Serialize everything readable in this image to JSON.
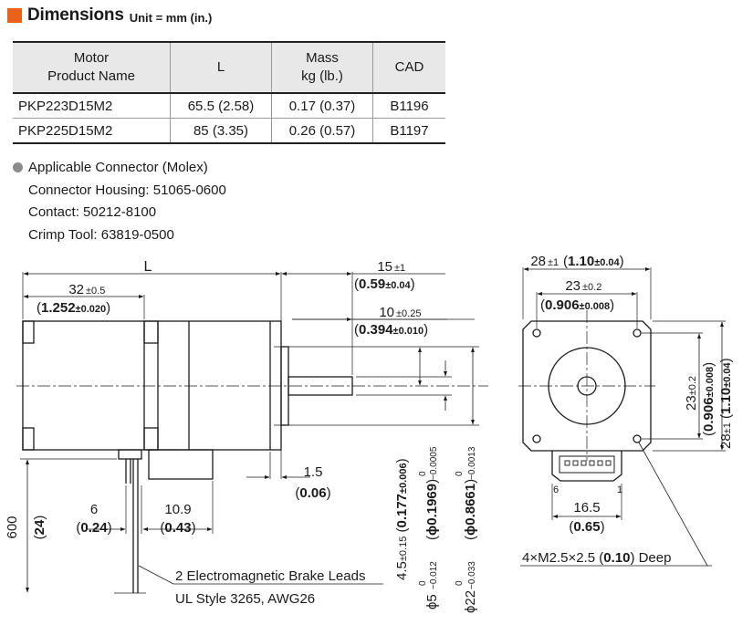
{
  "header": {
    "title": "Dimensions",
    "unit": "Unit = mm (in.)"
  },
  "table": {
    "headers": [
      {
        "line1": "Motor",
        "line2": "Product Name"
      },
      {
        "line1": "L",
        "line2": ""
      },
      {
        "line1": "Mass",
        "line2": "kg (lb.)"
      },
      {
        "line1": "CAD",
        "line2": ""
      }
    ],
    "rows": [
      [
        "PKP223D15M2",
        "65.5 (2.58)",
        "0.17 (0.37)",
        "B1196"
      ],
      [
        "PKP225D15M2",
        "85 (3.35)",
        "0.26 (0.57)",
        "B1197"
      ]
    ]
  },
  "connector": {
    "title": "Applicable Connector (Molex)",
    "housing": "Connector Housing: 51065-0600",
    "contact": "Contact: 50212-8100",
    "crimp": "Crimp Tool: 63819-0500"
  },
  "drawing": {
    "L": "L",
    "d32_mm": "32",
    "d32_tol": "±0.5",
    "d32_in": "1.252",
    "d32_in_tol": "±0.020",
    "d15_mm": "15",
    "d15_tol": "±1",
    "d15_in": "0.59",
    "d15_in_tol": "±0.04",
    "d10_mm": "10",
    "d10_tol": "±0.25",
    "d10_in": "0.394",
    "d10_in_tol": "±0.010",
    "d1_5_mm": "1.5",
    "d1_5_in": "0.06",
    "d6_mm": "6",
    "d6_in": "0.24",
    "d10_9_mm": "10.9",
    "d10_9_in": "0.43",
    "d600_mm": "600",
    "d600_in": "24",
    "d4_5_mm": "4.5",
    "d4_5_tol": "±0.15",
    "d4_5_in": "0.177",
    "d4_5_in_tol": "±0.006",
    "phi5_mm": "ϕ5",
    "phi5_tol_up": "0",
    "phi5_tol_dn": "−0.012",
    "phi5_in": "ϕ0.1969",
    "phi5_in_up": "0",
    "phi5_in_dn": "−0.0005",
    "phi22_mm": "ϕ22",
    "phi22_tol_up": "0",
    "phi22_tol_dn": "−0.033",
    "phi22_in": "ϕ0.8661",
    "phi22_in_up": "0",
    "phi22_in_dn": "−0.0013",
    "brake_line1": "2 Electromagnetic Brake Leads",
    "brake_line2": "UL Style 3265, AWG26",
    "d28_mm": "28",
    "d28_tol": "±1",
    "d28_in": "1.10",
    "d28_in_tol": "±0.04",
    "d23_mm": "23",
    "d23_tol": "±0.2",
    "d23_in": "0.906",
    "d23_in_tol": "±0.008",
    "d16_5_mm": "16.5",
    "d16_5_in": "0.65",
    "pin6": "6",
    "pin1": "1",
    "holes_a": "4×M2.5×2.5 (",
    "holes_b": "0.10",
    "holes_c": ") Deep"
  }
}
